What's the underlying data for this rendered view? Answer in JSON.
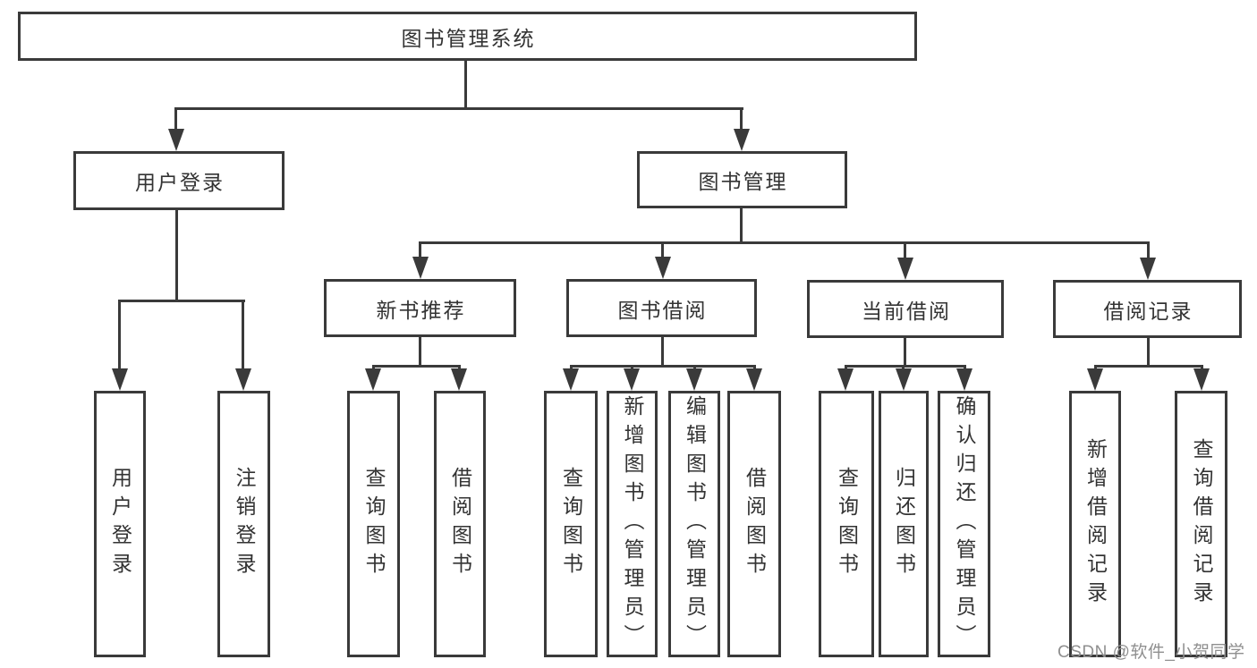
{
  "colors": {
    "line": "#3a3a3a",
    "text": "#333333",
    "background": "#ffffff",
    "watermark": "#8f8f8f"
  },
  "watermark": "CSDN @软件_小贺同学",
  "tree": {
    "label": "图书管理系统",
    "children": [
      {
        "label": "用户登录",
        "children": [
          {
            "label": "用户登录"
          },
          {
            "label": "注销登录"
          }
        ]
      },
      {
        "label": "图书管理",
        "children": [
          {
            "label": "新书推荐",
            "children": [
              {
                "label": "查询图书"
              },
              {
                "label": "借阅图书"
              }
            ]
          },
          {
            "label": "图书借阅",
            "children": [
              {
                "label": "查询图书"
              },
              {
                "label": "新增图书（管理员）"
              },
              {
                "label": "编辑图书（管理员）"
              },
              {
                "label": "借阅图书"
              }
            ]
          },
          {
            "label": "当前借阅",
            "children": [
              {
                "label": "查询图书"
              },
              {
                "label": "归还图书"
              },
              {
                "label": "确认归还（管理员）"
              }
            ]
          },
          {
            "label": "借阅记录",
            "children": [
              {
                "label": "新增借阅记录"
              },
              {
                "label": "查询借阅记录"
              }
            ]
          }
        ]
      }
    ]
  }
}
